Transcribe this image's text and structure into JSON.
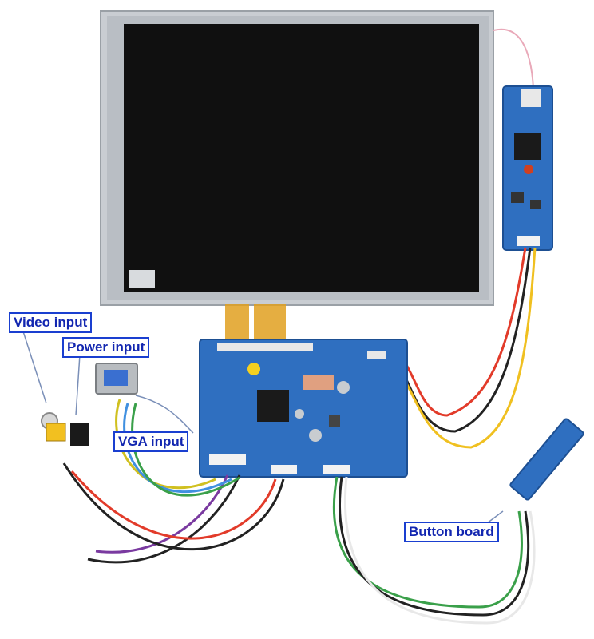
{
  "labels": {
    "video_input": "Video input",
    "power_input": "Power input",
    "vga_input": "VGA input",
    "button_board": "Button board"
  },
  "colors": {
    "label_text": "#1226b0",
    "label_border": "#1a3fd0",
    "pcb_blue": "#2f6fc0",
    "lcd_frame": "#c9cdd2",
    "lcd_screen": "#101010",
    "flex_cable": "#e0a020"
  }
}
